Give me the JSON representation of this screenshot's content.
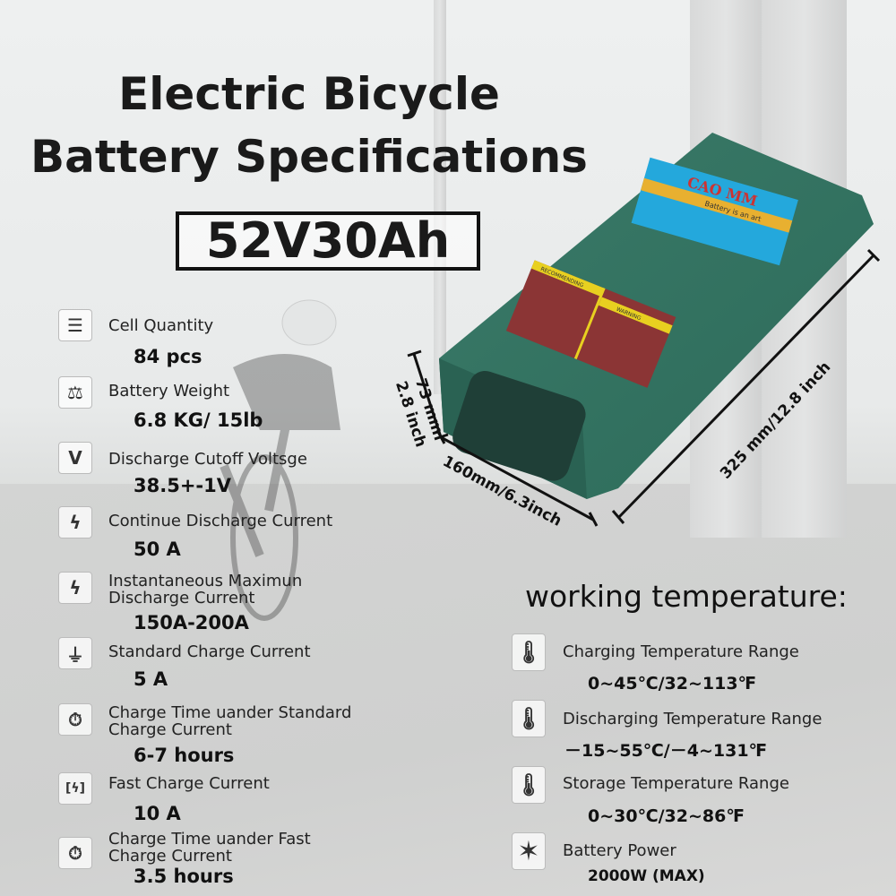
{
  "title": {
    "line1": "Electric Bicycle",
    "line2": "Battery Specifications",
    "model": "52V30Ah"
  },
  "battery_label": {
    "brand": "CAO MM",
    "slogan": "Battery is an art",
    "recommending": "RECOMMENDING",
    "warning": "WARNING"
  },
  "dimensions": {
    "height": "73 mm",
    "height_in": "2.8 inch",
    "width": "160mm/6.3inch",
    "length": "325 mm/12.8 inch"
  },
  "specs": [
    {
      "icon": "cells-icon",
      "label": "Cell Quantity",
      "value": "84 pcs"
    },
    {
      "icon": "scale-icon",
      "label": "Battery Weight",
      "value": "6.8 KG/ 15lb"
    },
    {
      "icon": "voltage-icon",
      "label": "Discharge Cutoff Voltsge",
      "value": "38.5+-1V"
    },
    {
      "icon": "lightning-icon",
      "label": "Continue Discharge Current",
      "value": "50 A"
    },
    {
      "icon": "lightning-icon",
      "label": "Instantaneous Maximun Discharge Current",
      "value": "150A-200A"
    },
    {
      "icon": "plug-icon",
      "label": "Standard Charge Current",
      "value": "5 A"
    },
    {
      "icon": "timer-icon",
      "label": "Charge Time uander Standard Charge Current",
      "value": "6-7 hours"
    },
    {
      "icon": "fast-charge-icon",
      "label": "Fast Charge Current",
      "value": "10 A"
    },
    {
      "icon": "timer-icon",
      "label": "Charge Time uander Fast Charge Current",
      "value": "3.5 hours"
    }
  ],
  "temperature": {
    "heading": "working temperature:",
    "items": [
      {
        "label": "Charging Temperature Range",
        "value": "0~45℃/32~113℉"
      },
      {
        "label": "Discharging Temperature Range",
        "value": "－15~55℃/－4~131℉"
      },
      {
        "label": "Storage Temperature Range",
        "value": "0~30℃/32~86℉"
      },
      {
        "label": "Battery Power",
        "value": "2000W (MAX)"
      }
    ]
  },
  "icons": {
    "V": "V",
    "bolt": "ϟ",
    "timer": "⏱",
    "fast": "[ϟ]",
    "cells": "☰",
    "scale": "⚖"
  }
}
